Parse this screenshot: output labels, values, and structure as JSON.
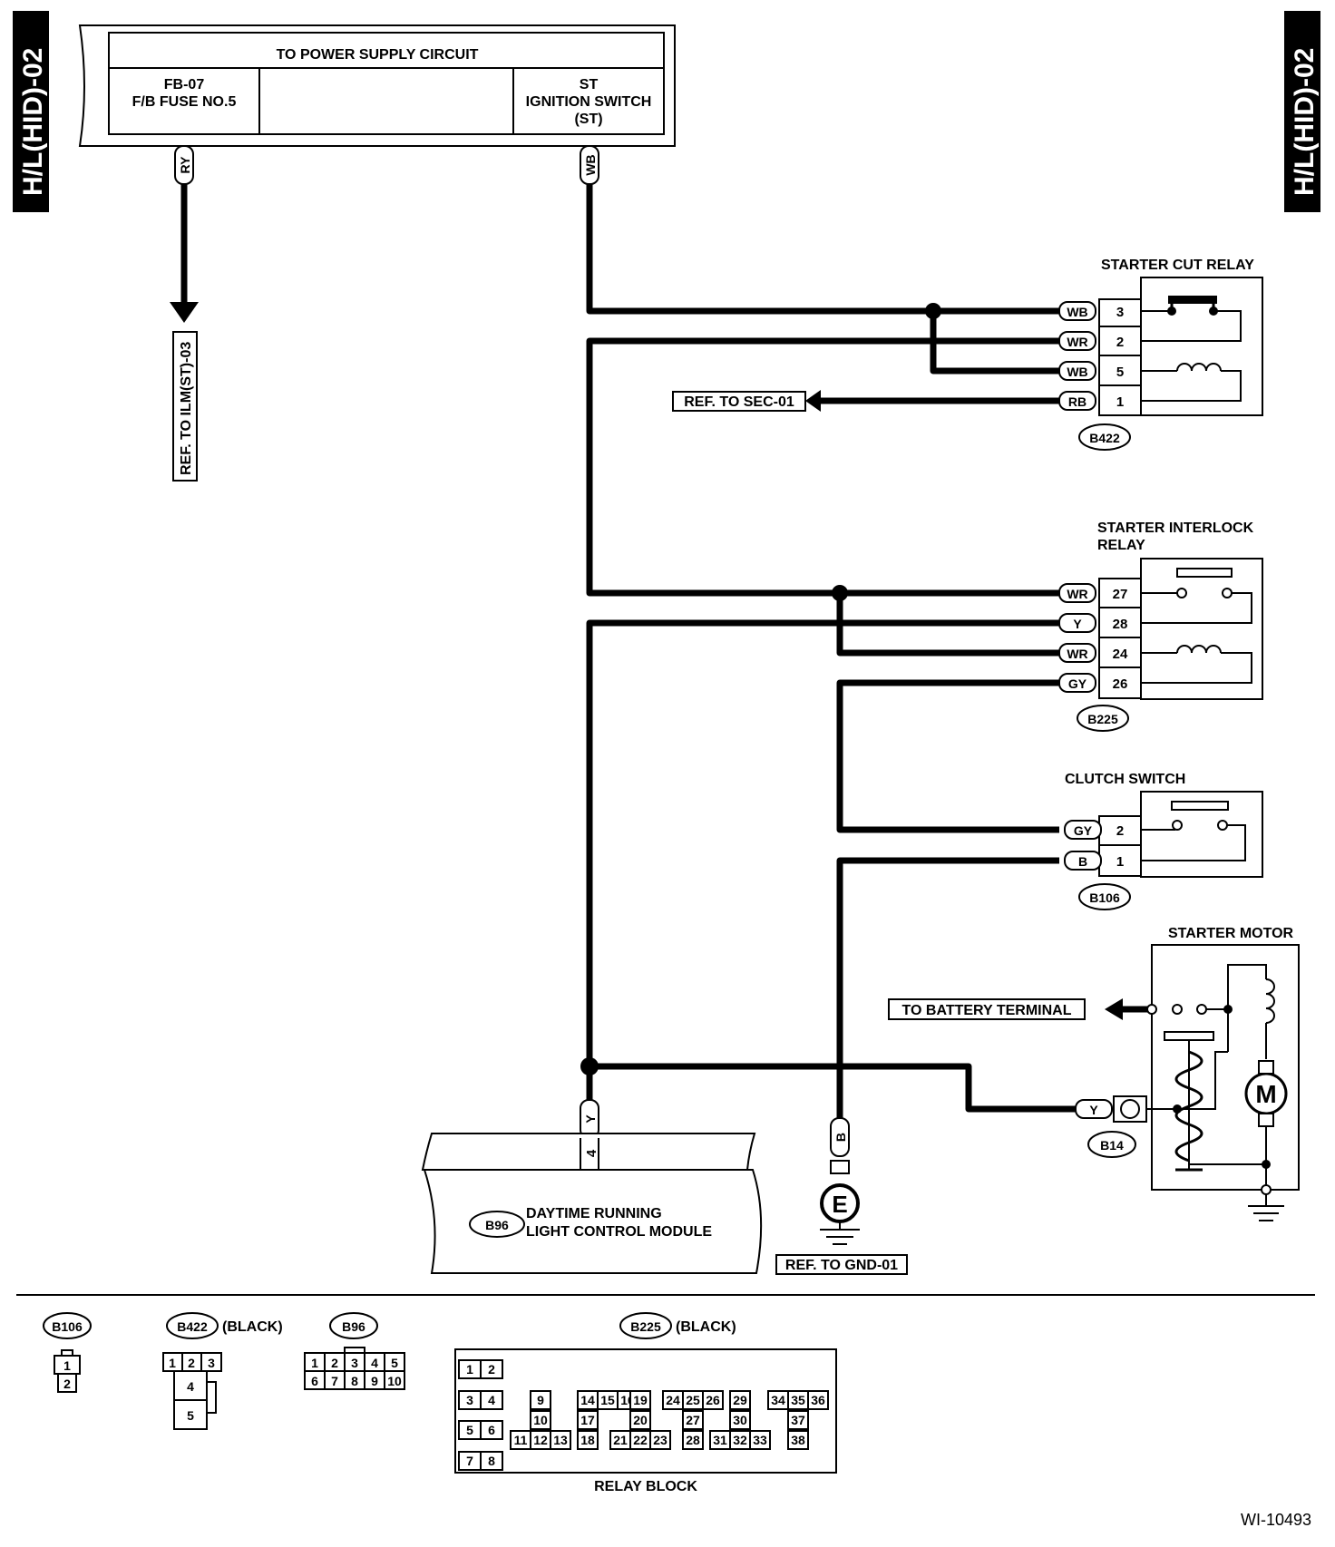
{
  "page_tag": "H/L(HID)-02",
  "figure_id": "WI-10493",
  "power": {
    "title": "TO POWER SUPPLY CIRCUIT",
    "fuse_line1": "FB-07",
    "fuse_line2": "F/B FUSE NO.5",
    "st_line1": "ST",
    "st_line2": "IGNITION SWITCH",
    "st_line3": "(ST)"
  },
  "refs": {
    "ilm": "REF. TO ILM(ST)-03",
    "sec": "REF. TO SEC-01",
    "gnd": "REF. TO GND-01",
    "battery": "TO BATTERY TERMINAL"
  },
  "starter_cut_relay": {
    "title": "STARTER CUT RELAY",
    "connector": "B422",
    "pins": [
      {
        "color": "WB",
        "pin": "3"
      },
      {
        "color": "WR",
        "pin": "2"
      },
      {
        "color": "WB",
        "pin": "5"
      },
      {
        "color": "RB",
        "pin": "1"
      }
    ]
  },
  "starter_interlock_relay": {
    "title_line1": "STARTER INTERLOCK",
    "title_line2": "RELAY",
    "connector": "B225",
    "pins": [
      {
        "color": "WR",
        "pin": "27"
      },
      {
        "color": "Y",
        "pin": "28"
      },
      {
        "color": "WR",
        "pin": "24"
      },
      {
        "color": "GY",
        "pin": "26"
      }
    ]
  },
  "clutch_switch": {
    "title": "CLUTCH SWITCH",
    "connector": "B106",
    "pins": [
      {
        "color": "GY",
        "pin": "2"
      },
      {
        "color": "B",
        "pin": "1"
      }
    ]
  },
  "starter_motor": {
    "title": "STARTER MOTOR",
    "connector": "B14",
    "wire_color": "Y",
    "motor_symbol": "M"
  },
  "drl_module": {
    "connector": "B96",
    "line1": "DAYTIME RUNNING",
    "line2": "LIGHT CONTROL MODULE",
    "pin": "4",
    "wire_color": "Y"
  },
  "wire_tags": {
    "ry": "RY",
    "wb": "WB",
    "ground_b": "B"
  },
  "ground_symbol": "E",
  "legend": {
    "b106": {
      "name": "B106",
      "pins": [
        "1",
        "2"
      ]
    },
    "b422": {
      "name": "B422",
      "note": "(BLACK)",
      "pins": [
        "1",
        "2",
        "3",
        "4",
        "5"
      ]
    },
    "b96": {
      "name": "B96",
      "pins": [
        "1",
        "2",
        "3",
        "4",
        "5",
        "6",
        "7",
        "8",
        "9",
        "10"
      ]
    },
    "b225": {
      "name": "B225",
      "note": "(BLACK)",
      "caption": "RELAY BLOCK",
      "left_pins": [
        "1",
        "2",
        "3",
        "4",
        "5",
        "6",
        "7",
        "8"
      ],
      "grid_pins": [
        "9",
        "10",
        "11",
        "12",
        "13",
        "14",
        "15",
        "16",
        "17",
        "18",
        "19",
        "20",
        "21",
        "22",
        "23",
        "24",
        "25",
        "26",
        "27",
        "28",
        "29",
        "30",
        "31",
        "32",
        "33",
        "34",
        "35",
        "36",
        "37",
        "38"
      ]
    }
  }
}
